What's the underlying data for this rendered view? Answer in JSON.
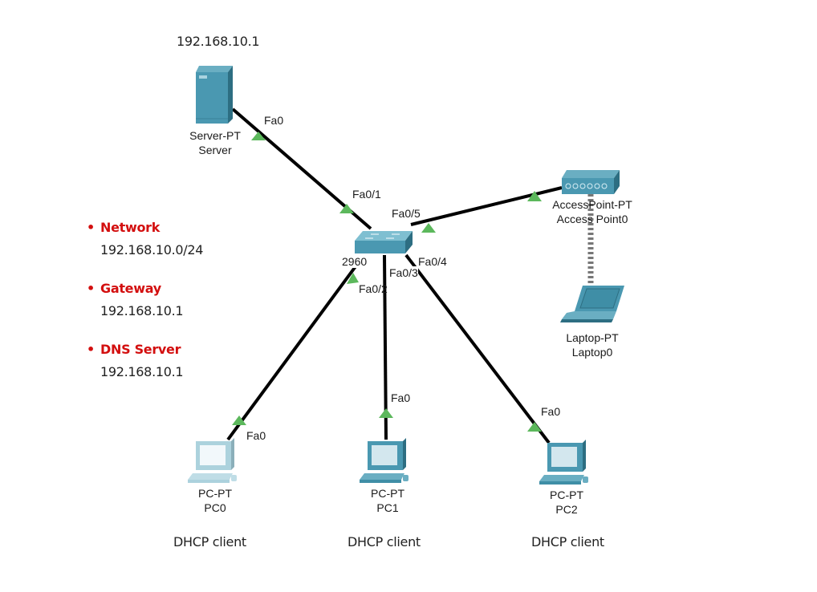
{
  "server_ip_note": "192.168.10.1",
  "info": [
    {
      "label": "Network",
      "value": "192.168.10.0/24"
    },
    {
      "label": "Gateway",
      "value": "192.168.10.1"
    },
    {
      "label": "DNS Server",
      "value": "192.168.10.1"
    }
  ],
  "colors": {
    "accent_red": "#d30f0f",
    "device_teal": "#3f8ea6",
    "link_up": "#5cb85c",
    "cable": "#000000"
  },
  "devices": {
    "server": {
      "model": "Server-PT",
      "name": "Server"
    },
    "switch": {
      "model": "2960"
    },
    "access_point": {
      "model": "AccessPoint-PT",
      "name": "Access Point0"
    },
    "laptop": {
      "model": "Laptop-PT",
      "name": "Laptop0"
    },
    "pc0": {
      "model": "PC-PT",
      "name": "PC0",
      "note": "DHCP client"
    },
    "pc1": {
      "model": "PC-PT",
      "name": "PC1",
      "note": "DHCP client"
    },
    "pc2": {
      "model": "PC-PT",
      "name": "PC2",
      "note": "DHCP client"
    }
  },
  "ports": {
    "server_fa0": "Fa0",
    "sw_fa0_1": "Fa0/1",
    "sw_fa0_5": "Fa0/5",
    "sw_fa0_4": "Fa0/4",
    "sw_fa0_3": "Fa0/3",
    "sw_fa0_2": "Fa0/2",
    "pc0_fa0": "Fa0",
    "pc1_fa0": "Fa0",
    "pc2_fa0": "Fa0"
  }
}
